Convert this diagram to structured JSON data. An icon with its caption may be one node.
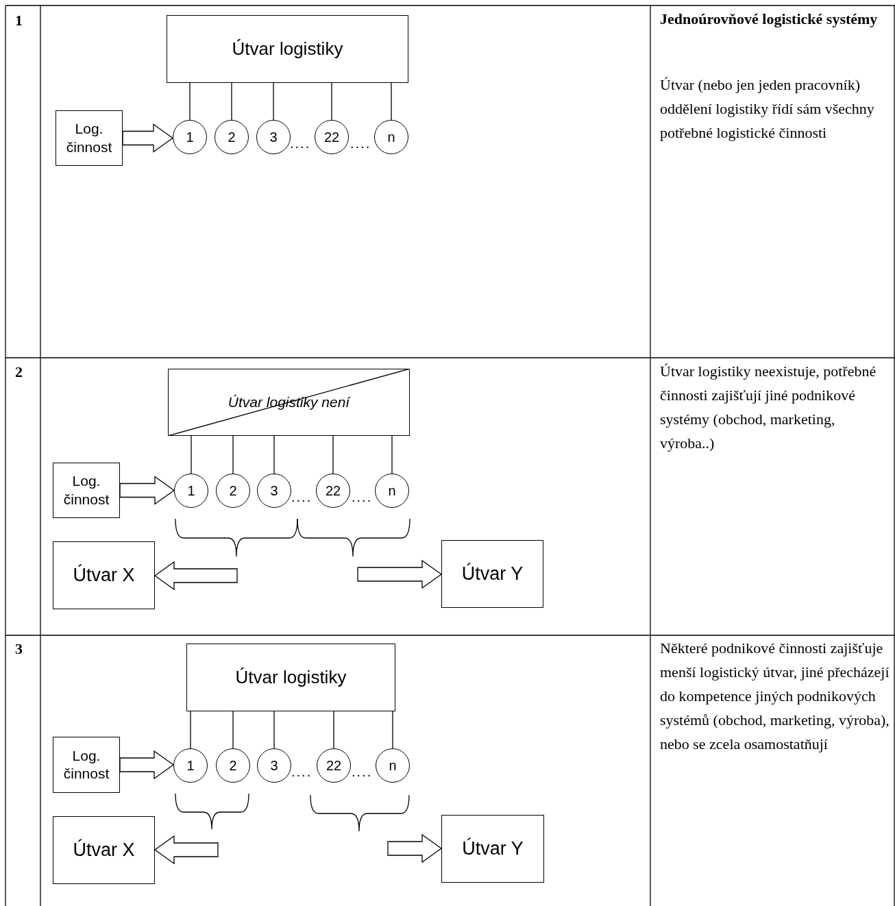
{
  "diagram": {
    "nodes": [
      {
        "text": [
          "Útvar logistiky"
        ]
      },
      {
        "text": [
          "Log. činnost"
        ]
      },
      {
        "text": [
          "1"
        ]
      },
      {
        "text": [
          "2"
        ]
      },
      {
        "text": [
          "3"
        ]
      },
      {
        "text": [
          "22"
        ]
      },
      {
        "text": [
          "n"
        ]
      },
      {
        "text": [
          "Útvar logistiky není"
        ]
      },
      {
        "text": [
          "Log. činnost"
        ]
      },
      {
        "text": [
          "1"
        ]
      },
      {
        "text": [
          "2"
        ]
      },
      {
        "text": [
          "3"
        ]
      },
      {
        "text": [
          "22"
        ]
      },
      {
        "text": [
          "n"
        ]
      },
      {
        "text": [
          "Útvar X"
        ]
      },
      {
        "text": [
          "Útvar Y"
        ]
      },
      {
        "text": [
          "Útvar logistiky"
        ]
      },
      {
        "text": [
          "Log. činnost"
        ]
      },
      {
        "text": [
          "1"
        ]
      },
      {
        "text": [
          "2"
        ]
      },
      {
        "text": [
          "3"
        ]
      },
      {
        "text": [
          "22"
        ]
      },
      {
        "text": [
          "n"
        ]
      },
      {
        "text": [
          "Útvar X"
        ]
      },
      {
        "text": [
          "Útvar Y"
        ]
      }
    ],
    "edges": [
      {
        "from": 0,
        "to": 2,
        "arrow": "none"
      },
      {
        "from": 0,
        "to": 3,
        "arrow": "none"
      },
      {
        "from": 0,
        "to": 4,
        "arrow": "none"
      },
      {
        "from": 0,
        "to": 5,
        "arrow": "none"
      },
      {
        "from": 0,
        "to": 6,
        "arrow": "none"
      },
      {
        "from": 1,
        "to": 2,
        "arrow": "to",
        "style": "thick"
      },
      {
        "from": 7,
        "to": 9,
        "arrow": "none"
      },
      {
        "from": 7,
        "to": 10,
        "arrow": "none"
      },
      {
        "from": 7,
        "to": 11,
        "arrow": "none"
      },
      {
        "from": 7,
        "to": 12,
        "arrow": "none"
      },
      {
        "from": 7,
        "to": 13,
        "arrow": "none"
      },
      {
        "from": 8,
        "to": 9,
        "arrow": "to",
        "style": "thick"
      },
      {
        "from": null,
        "to": 14,
        "arrow": "to",
        "style": "thick"
      },
      {
        "from": null,
        "to": 15,
        "arrow": "to",
        "style": "thick"
      },
      {
        "from": 16,
        "to": 18,
        "arrow": "none"
      },
      {
        "from": 16,
        "to": 19,
        "arrow": "none"
      },
      {
        "from": 16,
        "to": 20,
        "arrow": "none"
      },
      {
        "from": 16,
        "to": 21,
        "arrow": "none"
      },
      {
        "from": 16,
        "to": 22,
        "arrow": "none"
      },
      {
        "from": 17,
        "to": 18,
        "arrow": "to",
        "style": "thick"
      },
      {
        "from": null,
        "to": 23,
        "arrow": "to",
        "style": "thick"
      },
      {
        "from": null,
        "to": 24,
        "arrow": "to",
        "style": "thick"
      }
    ],
    "labels": [
      "1",
      "....",
      "....",
      "Jednoúrovňové logistické systémy",
      "Útvar (nebo jen jeden pracovník) oddělení logistiky řídí sám všechny potřebné logistické činnosti",
      "2",
      "....",
      "....",
      "Útvar logistiky neexistuje, potřebné činnosti zajišťují jiné podnikové systémy (obchod, marketing, výroba..)",
      "3",
      "....",
      "....",
      "Některé podnikové činnosti zajišťuje menší logistický útvar, jiné přecházejí do kompetence jiných podnikových systémů (obchod, marketing, výroba), nebo se zcela osamostatňují"
    ]
  }
}
